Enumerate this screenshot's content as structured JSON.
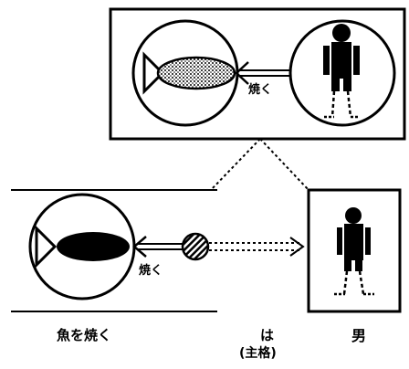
{
  "top_panel": {
    "verb_label": "焼く"
  },
  "bottom_panel": {
    "verb_label": "焼く"
  },
  "captions": {
    "phrase": "魚を焼く",
    "particle": "は",
    "topic": "(主格)",
    "man": "男"
  },
  "colors": {
    "ink": "#000000",
    "paper": "#ffffff"
  },
  "icons": [
    "fish-icon",
    "man-icon",
    "arrow-icon",
    "topic-marker-icon"
  ]
}
